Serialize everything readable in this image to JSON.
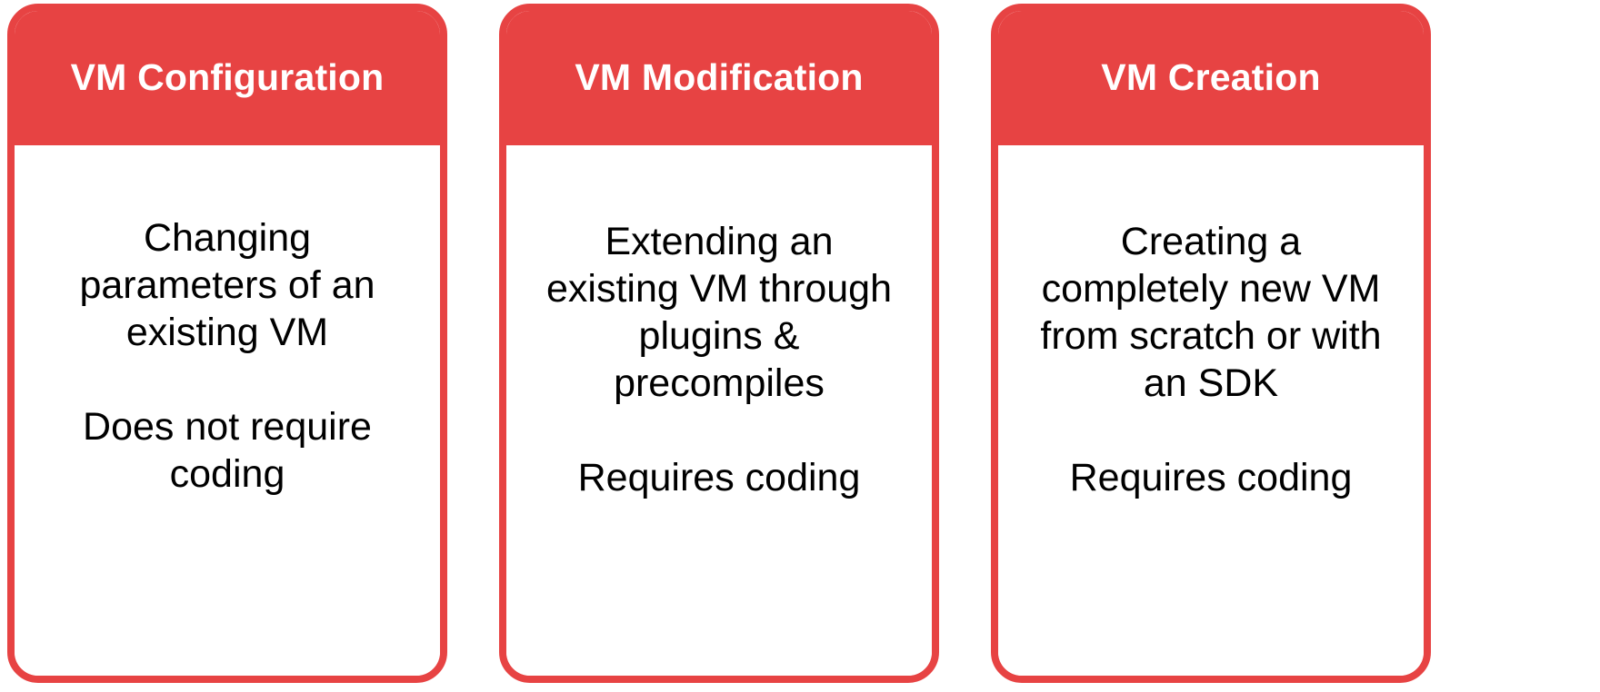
{
  "theme": {
    "accent_color": "#e74343",
    "header_text_color": "#ffffff",
    "body_text_color": "#000000",
    "card_background": "#ffffff",
    "page_background": "#ffffff"
  },
  "cards": [
    {
      "id": "vm-configuration",
      "title": "VM Configuration",
      "description": "Changing parameters of an existing VM",
      "note": "Does not require coding"
    },
    {
      "id": "vm-modification",
      "title": "VM Modification",
      "description": "Extending an existing VM through plugins & precompiles",
      "note": "Requires coding"
    },
    {
      "id": "vm-creation",
      "title": "VM Creation",
      "description": "Creating a completely new VM from scratch or with an SDK",
      "note": "Requires coding"
    }
  ]
}
